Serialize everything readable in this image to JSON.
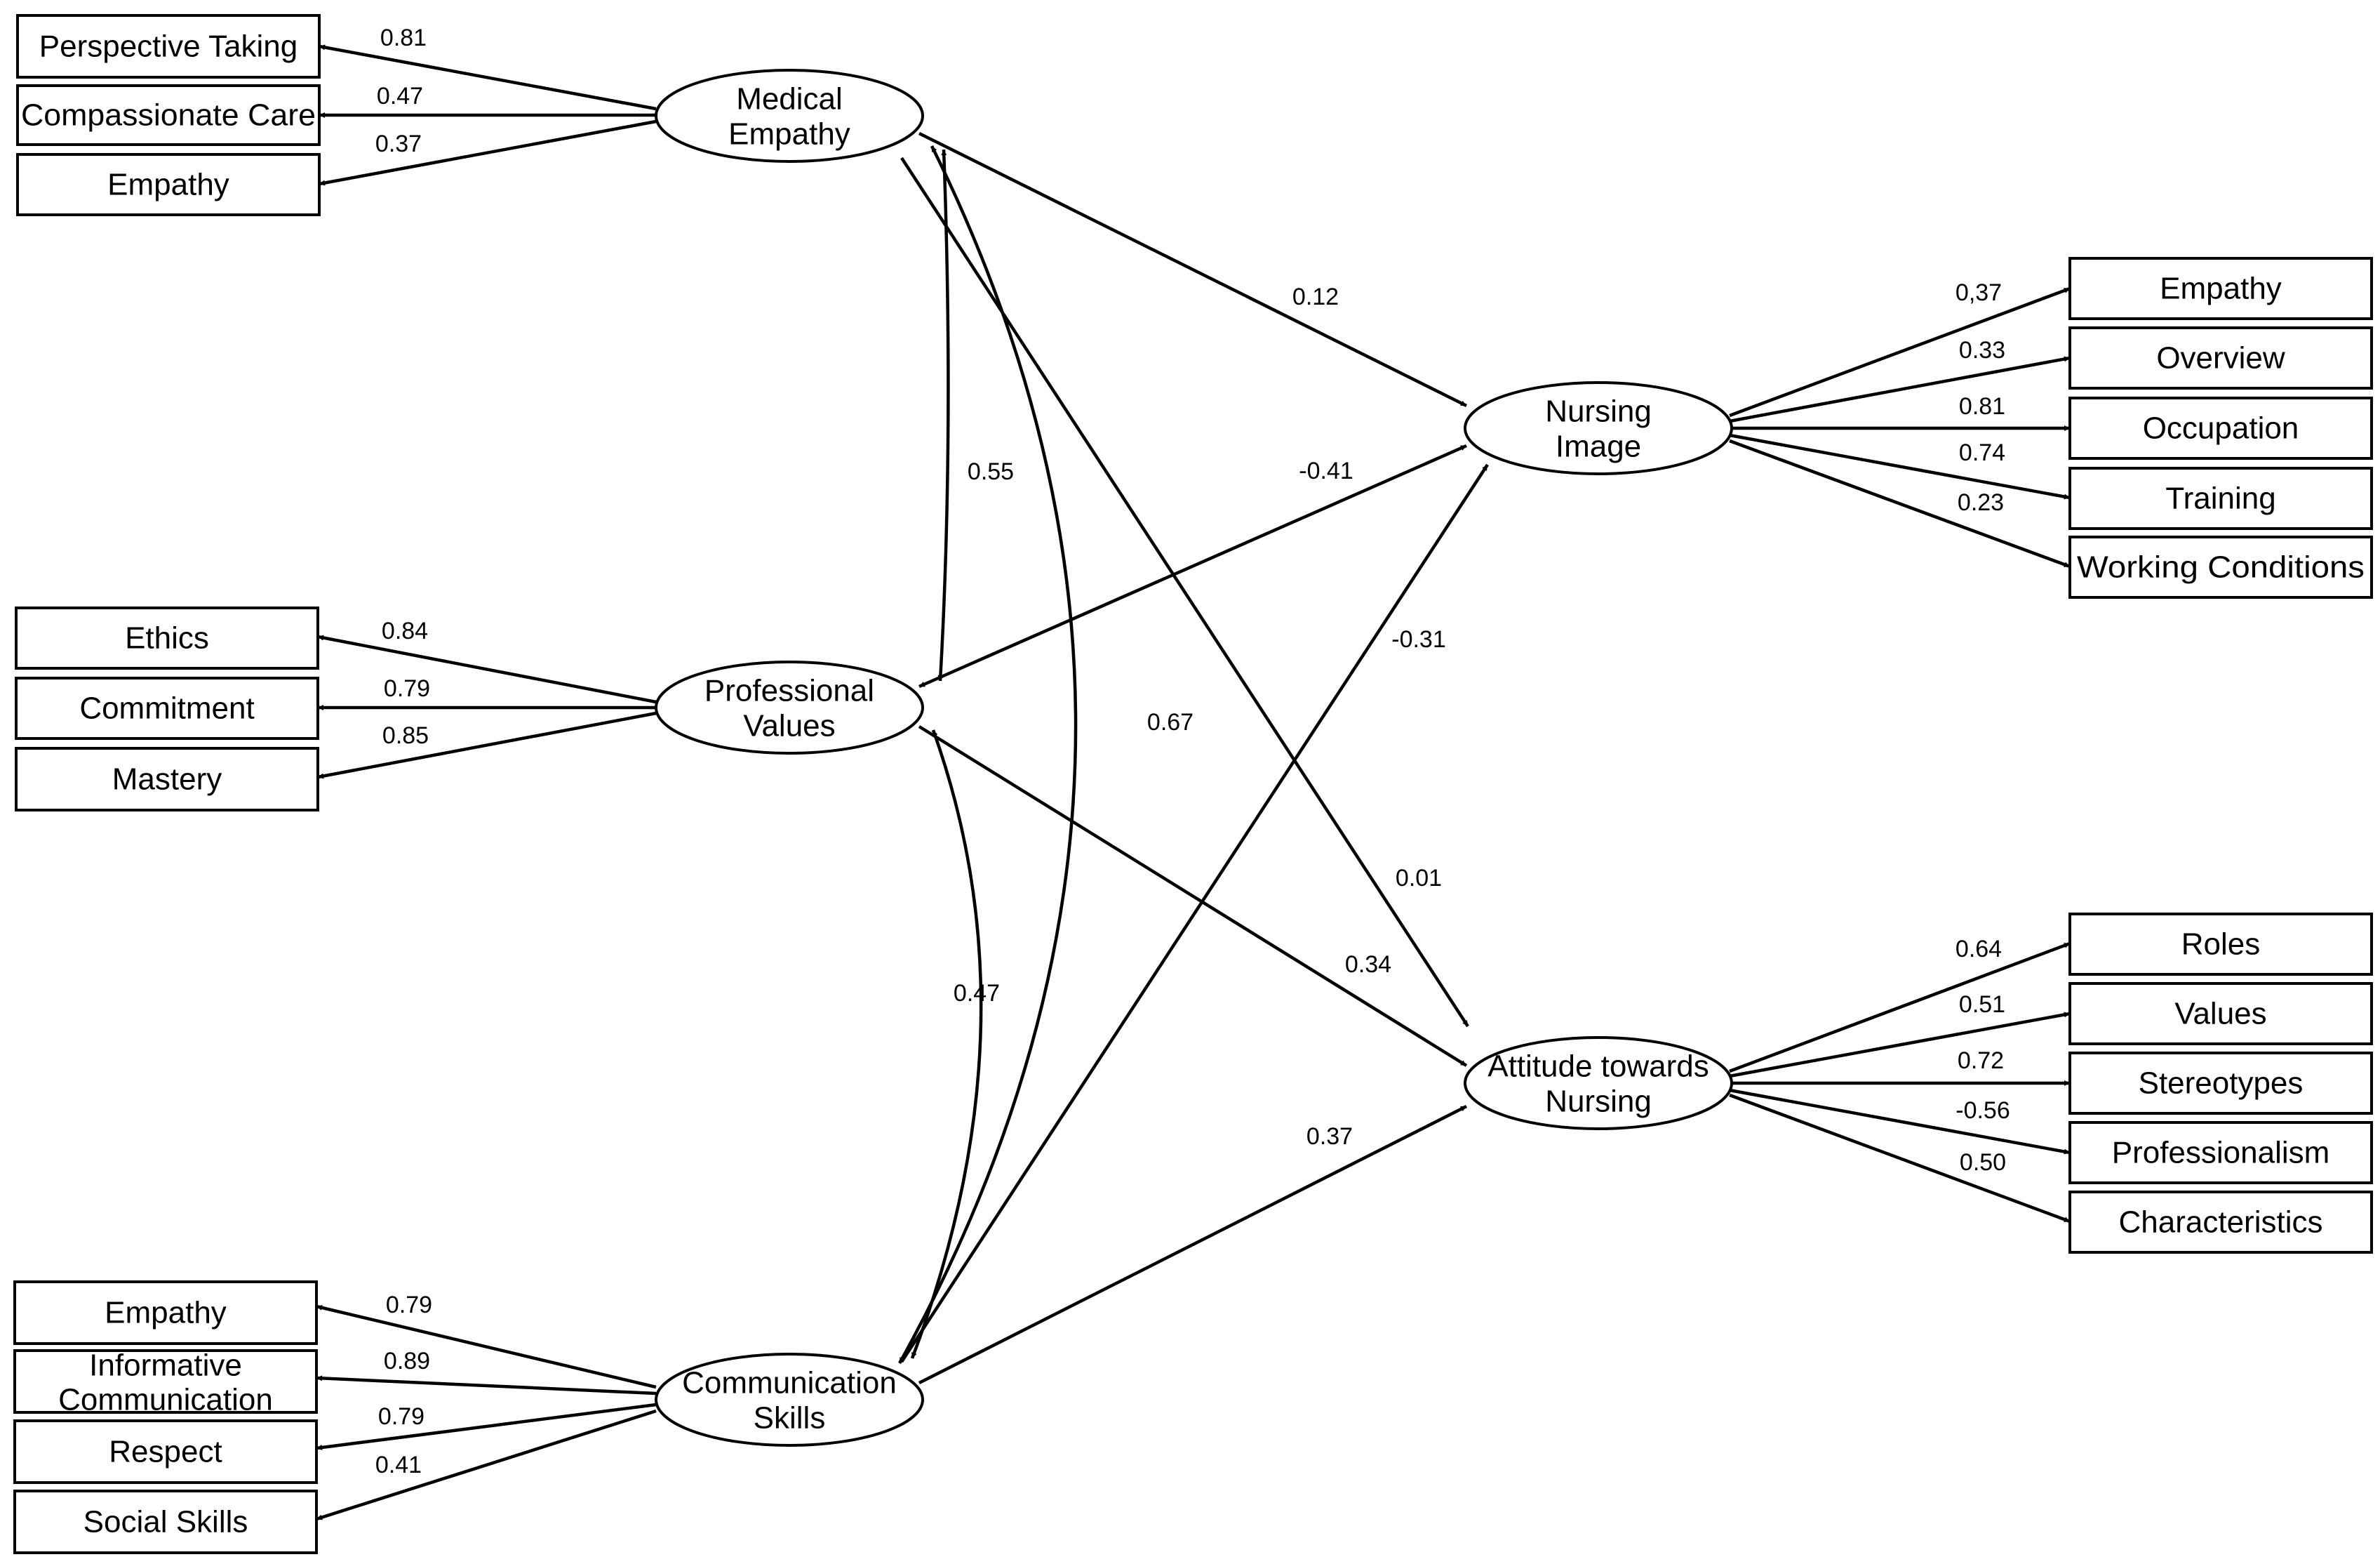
{
  "latents": {
    "medical_empathy": [
      "Medical",
      "Empathy"
    ],
    "professional_values": [
      "Professional",
      "Values"
    ],
    "communication_skills": [
      "Communication",
      "Skills"
    ],
    "nursing_image": [
      "Nursing",
      "Image"
    ],
    "attitude_nursing": [
      "Attitude towards",
      "Nursing"
    ]
  },
  "indicators": {
    "medical_empathy": [
      {
        "label": "Perspective Taking",
        "loading": "0.81"
      },
      {
        "label": "Compassionate Care",
        "loading": "0.47"
      },
      {
        "label": "Empathy",
        "loading": "0.37"
      }
    ],
    "professional_values": [
      {
        "label": "Ethics",
        "loading": "0.84"
      },
      {
        "label": "Commitment",
        "loading": "0.79"
      },
      {
        "label": "Mastery",
        "loading": "0.85"
      }
    ],
    "communication_skills": [
      {
        "label": "Empathy",
        "loading": "0.79"
      },
      {
        "label": [
          "Informative",
          "Communication"
        ],
        "loading": "0.89"
      },
      {
        "label": "Respect",
        "loading": "0.79"
      },
      {
        "label": "Social Skills",
        "loading": "0.41"
      }
    ],
    "nursing_image": [
      {
        "label": "Empathy",
        "loading": "0,37"
      },
      {
        "label": "Overview",
        "loading": "0.33"
      },
      {
        "label": "Occupation",
        "loading": "0.81"
      },
      {
        "label": "Training",
        "loading": "0.74"
      },
      {
        "label": "Working Conditions",
        "loading": "0.23"
      }
    ],
    "attitude_nursing": [
      {
        "label": "Roles",
        "loading": "0.64"
      },
      {
        "label": "Values",
        "loading": "0.51"
      },
      {
        "label": "Stereotypes",
        "loading": "0.72"
      },
      {
        "label": "Professionalism",
        "loading": "-0.56"
      },
      {
        "label": "Characteristics",
        "loading": "0.50"
      }
    ]
  },
  "paths": {
    "medical_empathy_to_nursing_image": "0.12",
    "professional_values_to_nursing_image": "-0.41",
    "communication_skills_to_nursing_image": "-0.31",
    "medical_empathy_to_attitude_nursing": "0.01",
    "professional_values_to_attitude_nursing": "0.34",
    "communication_skills_to_attitude_nursing": "0.37"
  },
  "correlations": {
    "medical_empathy_professional_values": "0.55",
    "medical_empathy_communication_skills": "0.67",
    "professional_values_communication_skills": "0.47"
  }
}
